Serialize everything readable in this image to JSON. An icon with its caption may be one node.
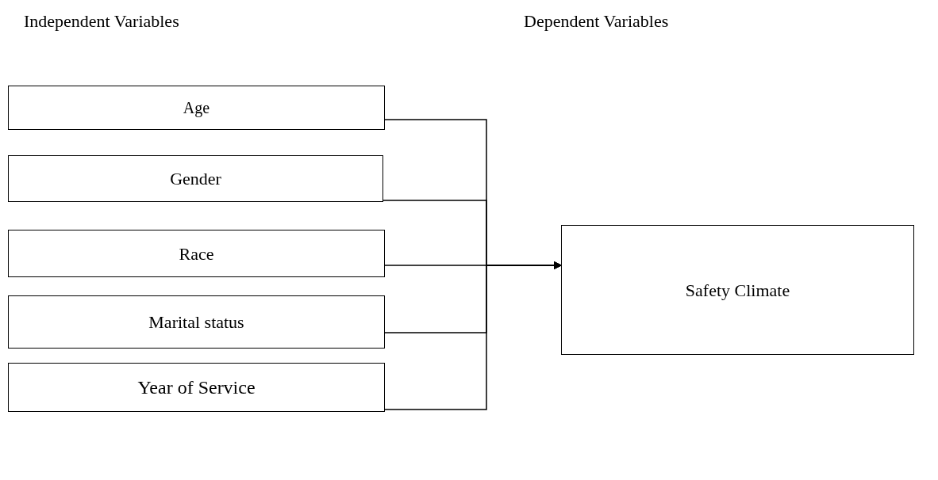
{
  "diagram": {
    "nodes": [
      {
        "text": [
          "Age"
        ]
      },
      {
        "text": [
          "Gender"
        ]
      },
      {
        "text": [
          "Race"
        ]
      },
      {
        "text": [
          "Marital status"
        ]
      },
      {
        "text": [
          "Year of Service"
        ]
      },
      {
        "text": [
          "Safety Climate"
        ]
      }
    ],
    "edges": [
      {
        "from": 0,
        "to": 5,
        "arrow": "to"
      },
      {
        "from": 1,
        "to": 5,
        "arrow": "to"
      },
      {
        "from": 2,
        "to": 5,
        "arrow": "to"
      },
      {
        "from": 3,
        "to": 5,
        "arrow": "to"
      },
      {
        "from": 4,
        "to": 5,
        "arrow": "to"
      }
    ],
    "labels": [
      "Independent Variables",
      "Dependent Variables"
    ]
  }
}
